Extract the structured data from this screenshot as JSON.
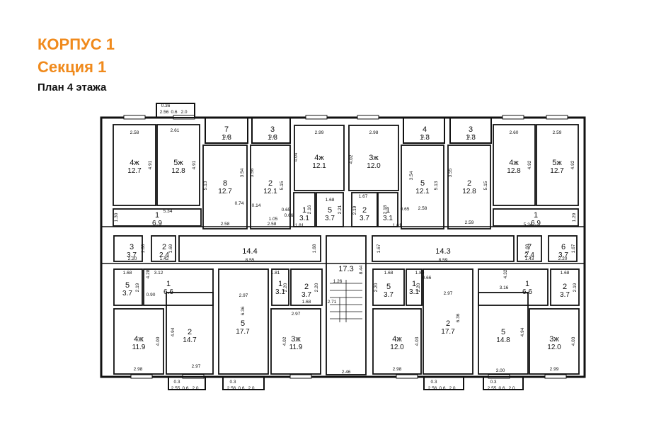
{
  "header": {
    "building": "КОРПУС 1",
    "section": "Секция 1",
    "floor_plan": "План 4 этажа"
  },
  "colors": {
    "accent": "#f08a1c",
    "line": "#111111"
  },
  "plan": {
    "rooms": [
      {
        "num": "4ж",
        "area": "12.7",
        "widths": [
          "2.58"
        ],
        "depths": [
          "4.91"
        ]
      },
      {
        "num": "5ж",
        "area": "12.8",
        "widths": [
          "2.61"
        ],
        "depths": [
          "4.91"
        ]
      },
      {
        "num": "8",
        "area": "12.7",
        "widths": [
          "2.58"
        ],
        "depths": [
          "5.13",
          "3.54"
        ]
      },
      {
        "num": "2",
        "area": "12.1",
        "widths": [
          "2.58"
        ],
        "depths": [
          "3.56",
          "5.15"
        ]
      },
      {
        "num": "4ж",
        "area": "12.1",
        "widths": [
          "2.99"
        ],
        "depths": [
          "4.04"
        ]
      },
      {
        "num": "3ж",
        "area": "12.0",
        "widths": [
          "2.98"
        ],
        "depths": [
          "4.02"
        ]
      },
      {
        "num": "5",
        "area": "12.1",
        "widths": [
          "2.58"
        ],
        "depths": [
          "3.54",
          "5.13"
        ]
      },
      {
        "num": "2",
        "area": "12.8",
        "widths": [
          "2.59"
        ],
        "depths": [
          "3.55",
          "5.15"
        ]
      },
      {
        "num": "4ж",
        "area": "12.8",
        "widths": [
          "2.60"
        ],
        "depths": [
          "4.92"
        ]
      },
      {
        "num": "5ж",
        "area": "12.7",
        "widths": [
          "2.59"
        ],
        "depths": [
          "4.92"
        ]
      },
      {
        "num": "7",
        "area": "1.3",
        "widths": [
          "2.6"
        ],
        "depths": []
      },
      {
        "num": "3",
        "area": "1.3",
        "widths": [
          "2.6"
        ],
        "depths": []
      },
      {
        "num": "4",
        "area": "1.3",
        "widths": [
          "2.7"
        ],
        "depths": []
      },
      {
        "num": "3",
        "area": "1.3",
        "widths": [
          "2.7"
        ],
        "depths": []
      },
      {
        "num": "1",
        "area": "6.9",
        "widths": [
          "5.34"
        ],
        "depths": [
          "1.30"
        ]
      },
      {
        "num": "1",
        "area": "6.9",
        "widths": [
          "5.34"
        ],
        "depths": [
          "1.29"
        ]
      },
      {
        "num": "1",
        "area": "3.1",
        "widths": [
          "1.81"
        ],
        "depths": [
          "2.16"
        ]
      },
      {
        "num": "5",
        "area": "3.7",
        "widths": [
          "1.68"
        ],
        "depths": [
          "2.21"
        ]
      },
      {
        "num": "2",
        "area": "3.7",
        "widths": [
          "1.67"
        ],
        "depths": [
          "2.19"
        ]
      },
      {
        "num": "1",
        "area": "3.1",
        "widths": [
          "1.81"
        ],
        "depths": [
          "2.18"
        ]
      },
      {
        "num": "3",
        "area": "3.7",
        "widths": [
          "2.20"
        ],
        "depths": [
          "1.68"
        ]
      },
      {
        "num": "2",
        "area": "2.4",
        "widths": [
          "1.42"
        ],
        "depths": [
          "1.69"
        ]
      },
      {
        "num": "14.4",
        "area": "",
        "widths": [
          "8.55"
        ],
        "depths": [
          "1.68"
        ]
      },
      {
        "num": "14.3",
        "area": "",
        "widths": [
          "8.59"
        ],
        "depths": [
          "1.67"
        ]
      },
      {
        "num": "7",
        "area": "2.4",
        "widths": [
          "1.43"
        ],
        "depths": [
          "1.68"
        ]
      },
      {
        "num": "6",
        "area": "3.7",
        "widths": [
          "2.20"
        ],
        "depths": [
          "1.67"
        ]
      },
      {
        "num": "17.3",
        "area": "",
        "widths": [
          "2.46"
        ],
        "depths": [
          "8.44"
        ]
      },
      {
        "num": "5",
        "area": "3.7",
        "widths": [
          "1.68"
        ],
        "depths": [
          "2.19"
        ]
      },
      {
        "num": "1",
        "area": "6.6",
        "widths": [
          "3.12"
        ],
        "depths": [
          "4.28"
        ]
      },
      {
        "num": "5",
        "area": "17.7",
        "widths": [
          "2.97"
        ],
        "depths": [
          "6.36"
        ]
      },
      {
        "num": "1",
        "area": "3.1",
        "widths": [
          "1.81"
        ],
        "depths": [
          "2.20"
        ]
      },
      {
        "num": "2",
        "area": "3.7",
        "widths": [
          "1.68"
        ],
        "depths": [
          "2.20"
        ]
      },
      {
        "num": "5",
        "area": "3.7",
        "widths": [
          "1.68"
        ],
        "depths": [
          "2.20"
        ]
      },
      {
        "num": "1",
        "area": "3.1",
        "widths": [
          "1.80"
        ],
        "depths": [
          "2.20"
        ]
      },
      {
        "num": "2",
        "area": "17.7",
        "widths": [
          "2.97"
        ],
        "depths": [
          "6.36"
        ]
      },
      {
        "num": "1",
        "area": "6.6",
        "widths": [
          "3.16"
        ],
        "depths": [
          "4.32"
        ]
      },
      {
        "num": "2",
        "area": "3.7",
        "widths": [
          "1.68"
        ],
        "depths": [
          "2.19"
        ]
      },
      {
        "num": "4ж",
        "area": "11.9",
        "widths": [
          "2.98"
        ],
        "depths": [
          "4.00"
        ]
      },
      {
        "num": "2",
        "area": "14.7",
        "widths": [
          "2.97"
        ],
        "depths": [
          "4.94"
        ]
      },
      {
        "num": "3ж",
        "area": "11.9",
        "widths": [
          "2.97"
        ],
        "depths": [
          "4.02"
        ]
      },
      {
        "num": "4ж",
        "area": "12.0",
        "widths": [
          "2.98"
        ],
        "depths": [
          "4.03"
        ]
      },
      {
        "num": "5",
        "area": "14.8",
        "widths": [
          "3.00"
        ],
        "depths": [
          "4.94"
        ]
      },
      {
        "num": "3ж",
        "area": "12.0",
        "widths": [
          "2.99"
        ],
        "depths": [
          "4.03"
        ]
      }
    ],
    "balconies": [
      {
        "area": "0.36",
        "dims": [
          "2.56",
          "0.6",
          "2.0"
        ]
      },
      {
        "area": "0.3",
        "dims": [
          "2.55",
          "0.6",
          "2.0"
        ]
      },
      {
        "area": "0.3",
        "dims": [
          "2.56",
          "0.6",
          "2.0"
        ]
      },
      {
        "area": "0.3",
        "dims": [
          "2.56",
          "0.6",
          "2.0"
        ]
      },
      {
        "area": "0.3",
        "dims": [
          "2.55",
          "0.6",
          "2.0"
        ]
      }
    ],
    "misc_dims": [
      "0.65",
      "0.66",
      "0.74",
      "0.14",
      "1.05",
      "0.90",
      "0.66",
      "0.65",
      "1.26",
      "2.71"
    ]
  }
}
